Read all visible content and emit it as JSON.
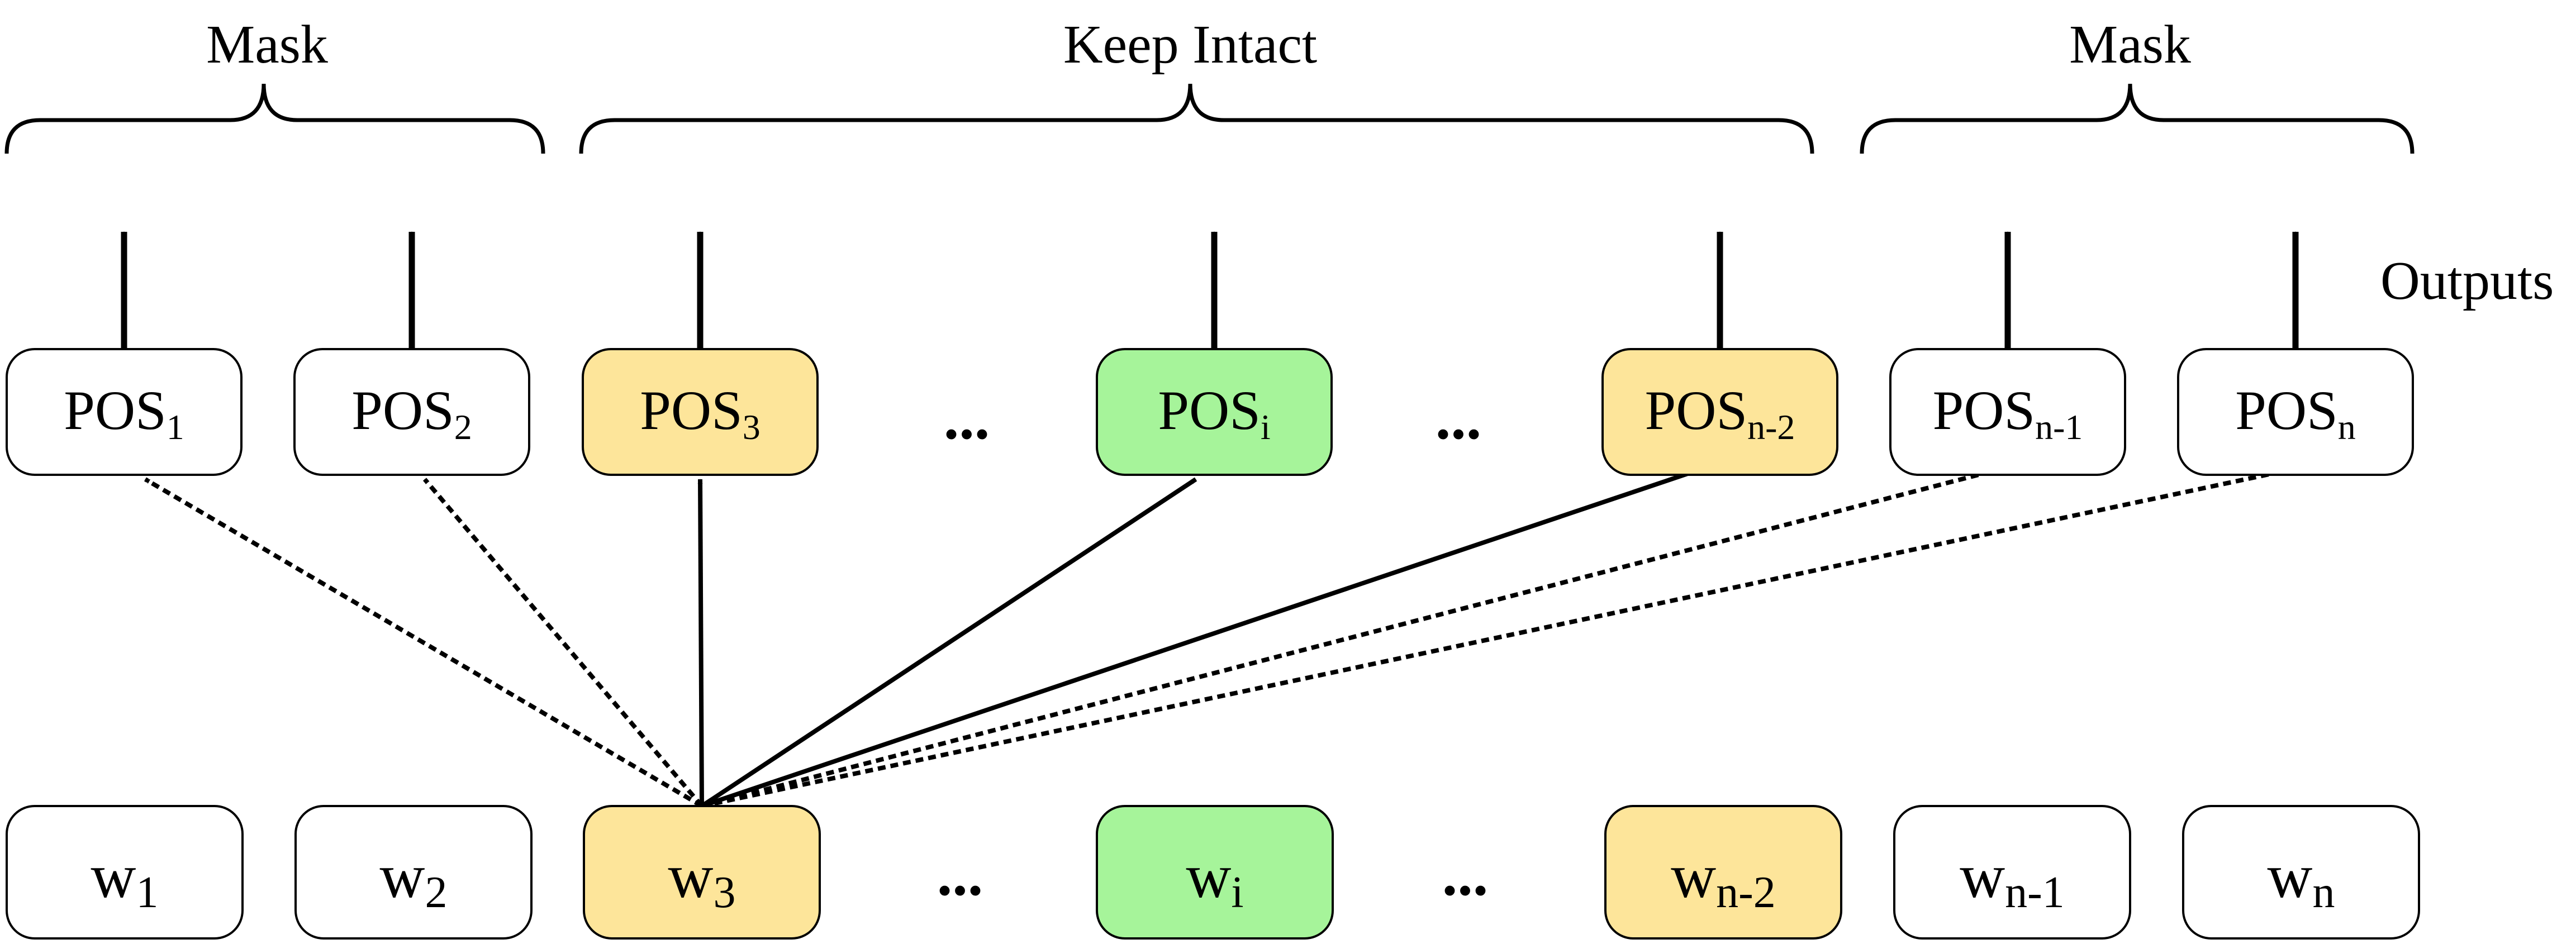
{
  "brackets": [
    {
      "label": "Mask"
    },
    {
      "label": "Keep Intact"
    },
    {
      "label": "Mask"
    }
  ],
  "outputs_label": "Outputs",
  "pos_nodes": [
    {
      "base": "POS",
      "sub": "1",
      "state": "masked"
    },
    {
      "base": "POS",
      "sub": "2",
      "state": "masked"
    },
    {
      "base": "POS",
      "sub": "3",
      "state": "intact"
    },
    {
      "base": "POS",
      "sub": "i",
      "state": "current"
    },
    {
      "base": "POS",
      "sub": "n-2",
      "state": "intact"
    },
    {
      "base": "POS",
      "sub": "n-1",
      "state": "masked"
    },
    {
      "base": "POS",
      "sub": "n",
      "state": "masked"
    }
  ],
  "word_nodes": [
    {
      "base": "w",
      "sub": "1",
      "state": "plain"
    },
    {
      "base": "w",
      "sub": "2",
      "state": "plain"
    },
    {
      "base": "w",
      "sub": "3",
      "state": "intact"
    },
    {
      "base": "w",
      "sub": "i",
      "state": "current"
    },
    {
      "base": "w",
      "sub": "n-2",
      "state": "intact"
    },
    {
      "base": "w",
      "sub": "n-1",
      "state": "plain"
    },
    {
      "base": "w",
      "sub": "n",
      "state": "plain"
    }
  ],
  "ellipsis": "...",
  "connections": [
    {
      "from_word": "3",
      "to_pos": "1",
      "style": "dashed"
    },
    {
      "from_word": "3",
      "to_pos": "2",
      "style": "dashed"
    },
    {
      "from_word": "3",
      "to_pos": "3",
      "style": "solid"
    },
    {
      "from_word": "3",
      "to_pos": "i",
      "style": "solid"
    },
    {
      "from_word": "3",
      "to_pos": "n-2",
      "style": "solid"
    },
    {
      "from_word": "3",
      "to_pos": "n-1",
      "style": "dashed"
    },
    {
      "from_word": "3",
      "to_pos": "n",
      "style": "dashed"
    }
  ],
  "colors": {
    "intact_fill": "#fde59a",
    "current_fill": "#a6f49a",
    "plain_fill": "#ffffff",
    "stroke": "#000000"
  }
}
